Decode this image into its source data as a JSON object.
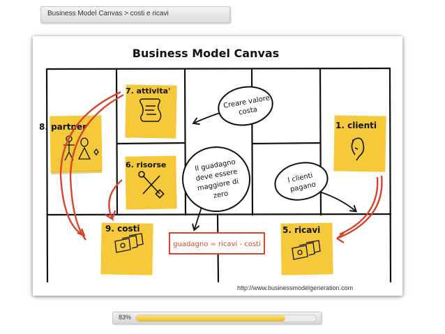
{
  "breadcrumb": {
    "text": "Business Model Canvas > costi e ricavi"
  },
  "slide": {
    "title": "Business Model Canvas",
    "blocks": {
      "partner": "8. partner",
      "attivita": "7. attivita'",
      "risorse": "6. risorse",
      "clienti": "1. clienti",
      "costi": "9. costi",
      "ricavi": "5. ricavi"
    },
    "bubbles": {
      "valore_line1": "Creare valore",
      "valore_line2": "costa",
      "guadagno_line1": "Il guadagno",
      "guadagno_line2": "deve essere",
      "guadagno_line3": "maggiore di",
      "guadagno_line4": "zero",
      "clienti_line1": "I clienti",
      "clienti_line2": "pagano"
    },
    "formula": "guadagno = ricavi - costi",
    "url": "http://www.businessmodelgeneration.com"
  },
  "progress": {
    "label": "83%",
    "value": 0.83
  },
  "colors": {
    "sticky": "#f5c93a",
    "sticky_shadow": "#d6a820",
    "accent": "#d8452b"
  }
}
